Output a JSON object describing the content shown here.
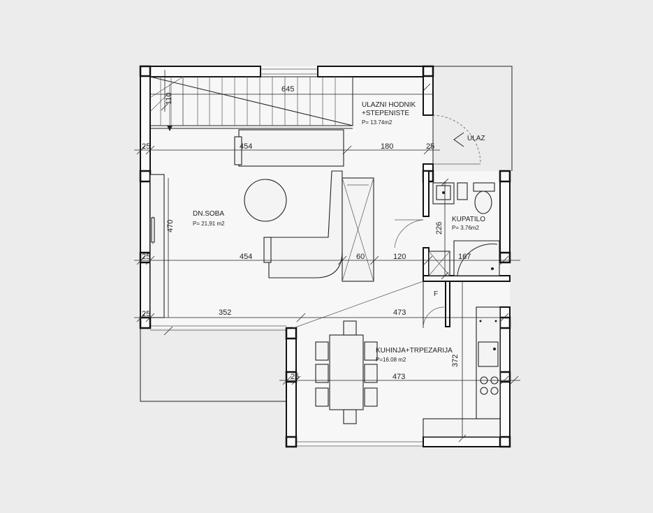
{
  "rooms": {
    "hall_name_1": "ULAZNI HODNIK",
    "hall_name_2": "+STEPENISTE",
    "hall_area": "P= 13.74m2",
    "living_name": "DN.SOBA",
    "living_area": "P= 21,91 m2",
    "bath_name": "KUPATILO",
    "bath_area": "P= 3.76m2",
    "kitchen_name": "KUHINJA+TRPEZARIJA",
    "kitchen_area": "P=16.08 m2",
    "entrance": "ULAZ",
    "closet": "F"
  },
  "dims": {
    "stair_width": "645",
    "stair_depth": "110",
    "w25_a": "25",
    "w454_a": "454",
    "w180": "180",
    "w25_b": "25",
    "h470": "470",
    "w25_c": "25",
    "w454_b": "454",
    "w60": "60",
    "w120": "120",
    "h226": "226",
    "w167": "167",
    "w25_d": "25",
    "w352": "352",
    "w473_a": "473",
    "h372": "372",
    "w25_e": "25",
    "w473_b": "473"
  }
}
